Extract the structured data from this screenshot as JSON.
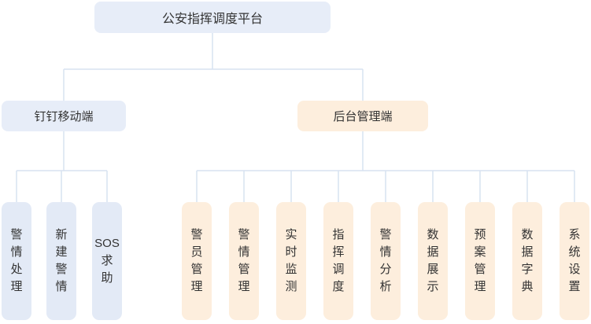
{
  "diagram_title": "公安指挥调度平台",
  "colors": {
    "blue_fill": "#e7edf8",
    "blue_leaf": "#e3eaf6",
    "orange_fill": "#fdeedd",
    "line_color": "#d7e2f1",
    "text_color": "#333333",
    "bg": "#ffffff"
  },
  "branches": [
    {
      "label": "钉钉移动端",
      "leaves": [
        [
          "警",
          "情",
          "处",
          "理"
        ],
        [
          "新",
          "建",
          "警",
          "情"
        ],
        [
          "SOS",
          "求",
          "助"
        ]
      ]
    },
    {
      "label": "后台管理端",
      "leaves": [
        [
          "警",
          "员",
          "管",
          "理"
        ],
        [
          "警",
          "情",
          "管",
          "理"
        ],
        [
          "实",
          "时",
          "监",
          "测"
        ],
        [
          "指",
          "挥",
          "调",
          "度"
        ],
        [
          "警",
          "情",
          "分",
          "析"
        ],
        [
          "数",
          "据",
          "展",
          "示"
        ],
        [
          "预",
          "案",
          "管",
          "理"
        ],
        [
          "数",
          "据",
          "字",
          "典"
        ],
        [
          "系",
          "统",
          "设",
          "置"
        ]
      ]
    }
  ]
}
